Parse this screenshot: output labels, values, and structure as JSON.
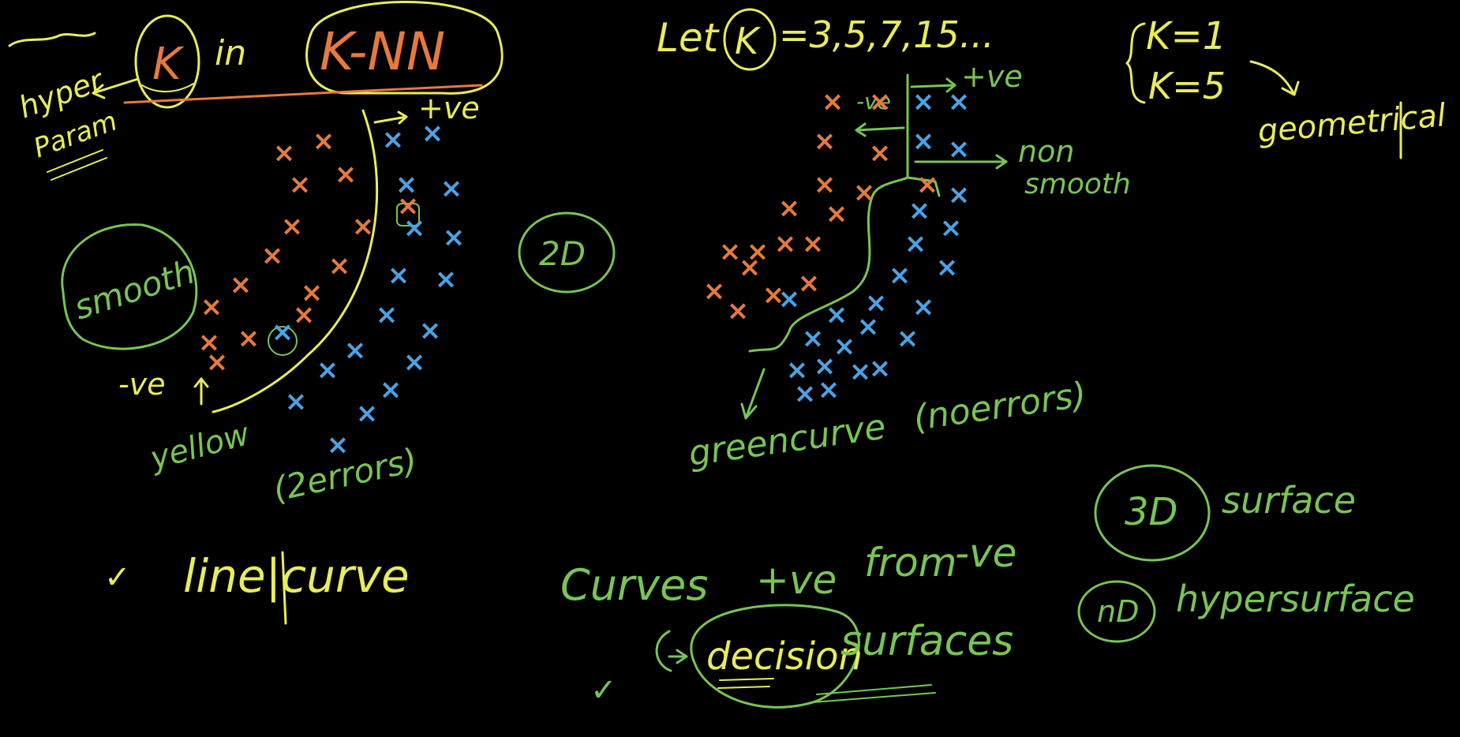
{
  "colors": {
    "yellow": "#e9ec5a",
    "green": "#79c454",
    "orange": "#e67a3c",
    "blue": "#4aa3e6",
    "background": "#000000"
  },
  "left": {
    "k": "K",
    "in": "in",
    "knn": "K-NN",
    "hyper": "hyper",
    "param": "Param",
    "plus_ve": "+ve",
    "minus_ve": "-ve",
    "smooth": "smooth",
    "yellow": "yellow",
    "errors": "(2errors)",
    "check": "✓",
    "line_curve": "line|curve"
  },
  "middle": {
    "let": "Let",
    "k": "K",
    "k_values": "=3,5,7,15...",
    "two_d": "2D",
    "plus_ve": "+ve",
    "minus_ve": "-ve",
    "non": "non",
    "smooth": "smooth",
    "green_curve": "greencurve",
    "no_errors": "(noerrors)"
  },
  "right": {
    "k1": "K=1",
    "k5": "K=5",
    "geometrical": "geometrical",
    "three_d": "3D",
    "surface": "surface",
    "nd": "nD",
    "hypersurface": "hypersurface"
  },
  "bottom": {
    "curves": "Curves",
    "plus_ve": "+ve",
    "from": "from",
    "minus_ve": "-ve",
    "check": "✓",
    "decision": "decision",
    "surfaces": "surfaces"
  },
  "marks": {
    "cross": "×"
  }
}
